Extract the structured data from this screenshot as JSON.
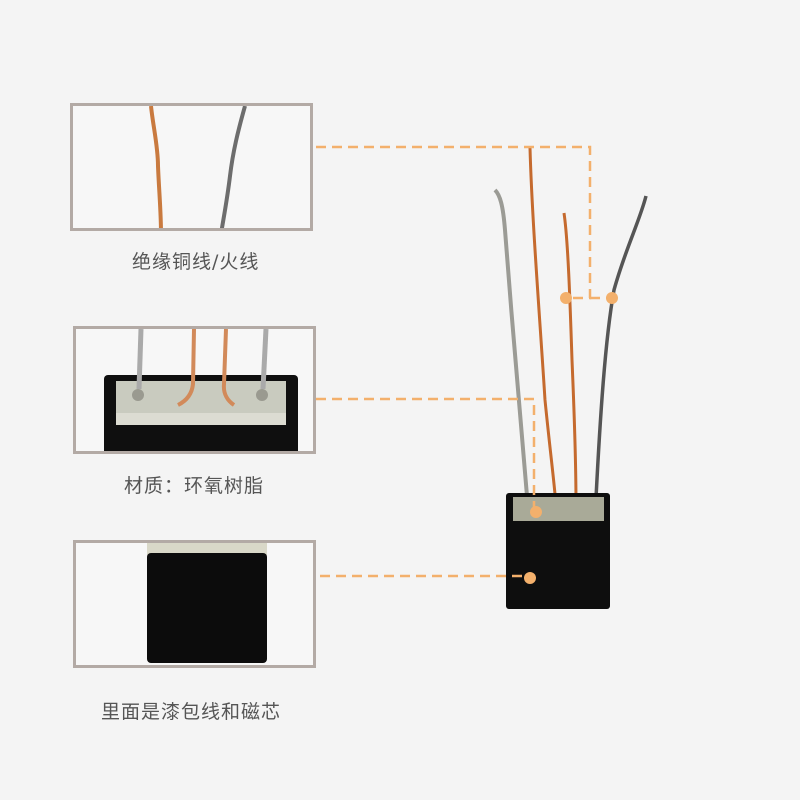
{
  "callouts": [
    {
      "id": "wires",
      "caption": "绝缘铜线/火线"
    },
    {
      "id": "material",
      "caption": "材质：环氧树脂"
    },
    {
      "id": "inside",
      "caption": "里面是漆包线和磁芯"
    }
  ],
  "colors": {
    "accent": "#f3b06c",
    "panel_border": "#b3aaa5",
    "background": "#f4f4f4",
    "copper": "#c97a3f",
    "silver": "#8d8d8d",
    "body": "#0e0e0e"
  }
}
